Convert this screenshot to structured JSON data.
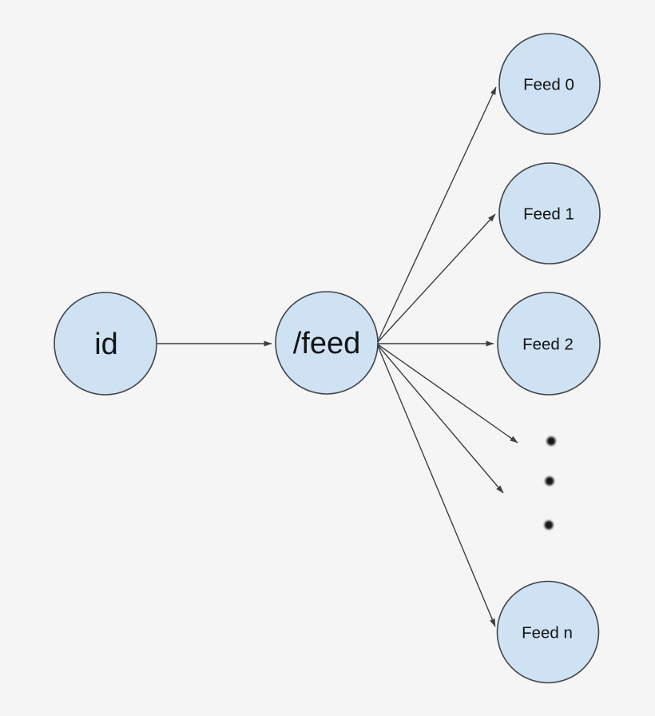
{
  "diagram": {
    "colors": {
      "background": "#f5f5f5",
      "node_fill": "#cfe2f3",
      "node_stroke": "#40454a",
      "edge": "#3c4043",
      "text": "#131313",
      "dot": "#141414"
    },
    "nodes": [
      {
        "id": "id",
        "label": "id"
      },
      {
        "id": "feed",
        "label": "/feed"
      },
      {
        "id": "feed0",
        "label": "Feed 0"
      },
      {
        "id": "feed1",
        "label": "Feed 1"
      },
      {
        "id": "feed2",
        "label": "Feed 2"
      },
      {
        "id": "feedn",
        "label": "Feed n"
      }
    ],
    "edges": [
      {
        "from": "id",
        "to": "feed"
      },
      {
        "from": "feed",
        "to": "feed0"
      },
      {
        "from": "feed",
        "to": "feed1"
      },
      {
        "from": "feed",
        "to": "feed2"
      },
      {
        "from": "feed",
        "to": "ellipsis-upper"
      },
      {
        "from": "feed",
        "to": "ellipsis-lower"
      },
      {
        "from": "feed",
        "to": "feedn"
      }
    ],
    "ellipsis_dot_count": 3
  }
}
